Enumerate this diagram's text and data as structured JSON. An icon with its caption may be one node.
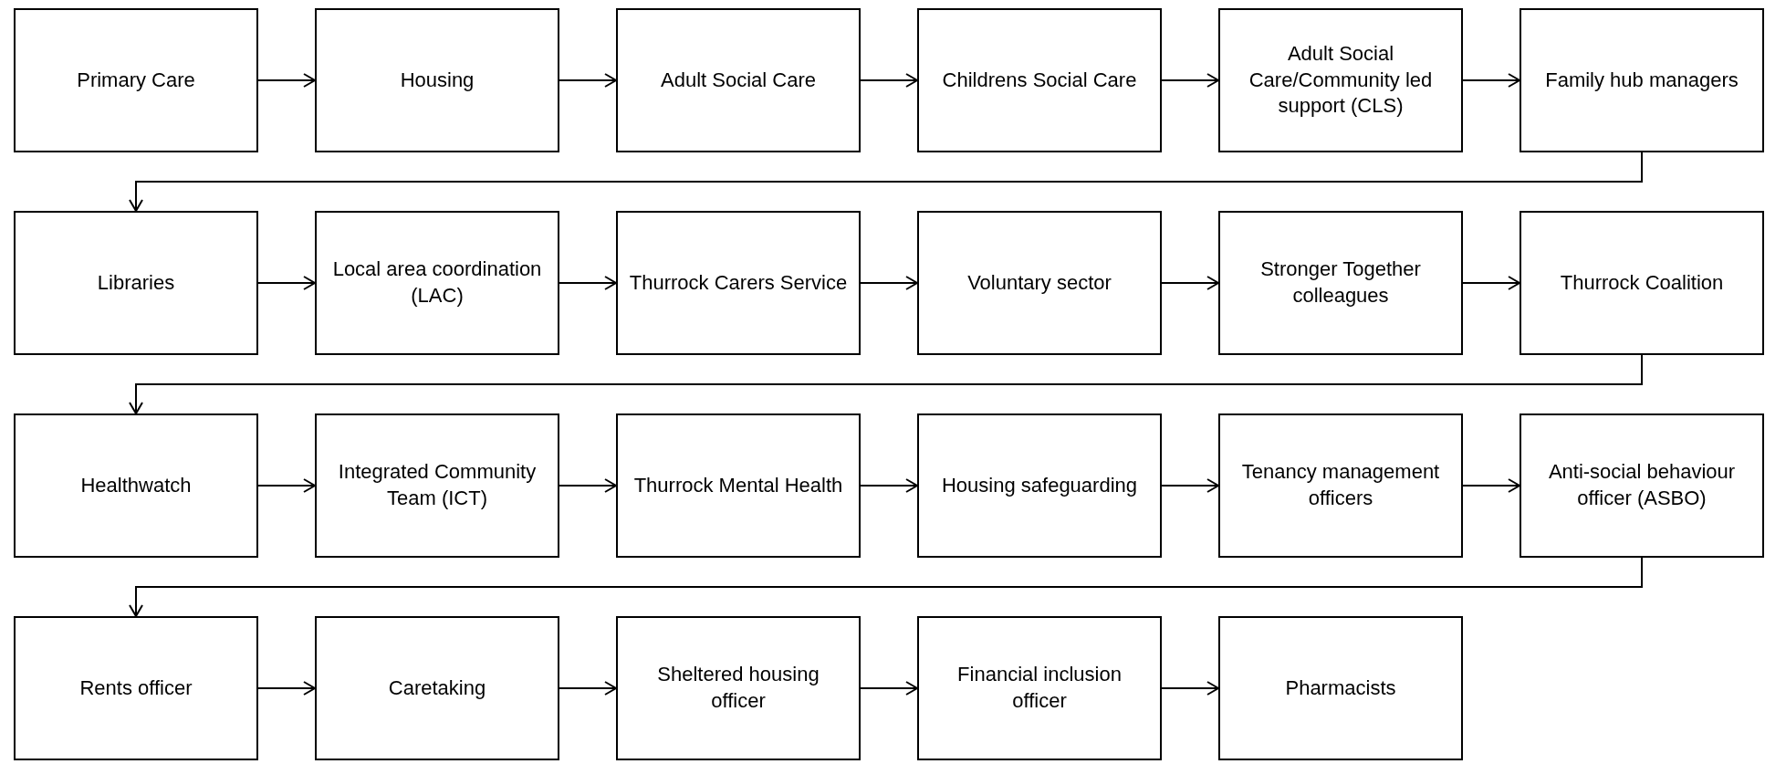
{
  "diagram": {
    "nodes": [
      {
        "text": [
          "Primary Care"
        ]
      },
      {
        "text": [
          "Housing"
        ]
      },
      {
        "text": [
          "Adult Social Care"
        ]
      },
      {
        "text": [
          "Childrens Social Care"
        ]
      },
      {
        "text": [
          "Adult Social Care/Community led support (CLS)"
        ]
      },
      {
        "text": [
          "Family hub managers"
        ]
      },
      {
        "text": [
          "Libraries"
        ]
      },
      {
        "text": [
          "Local area coordination (LAC)"
        ]
      },
      {
        "text": [
          "Thurrock Carers Service"
        ]
      },
      {
        "text": [
          "Voluntary sector"
        ]
      },
      {
        "text": [
          "Stronger Together colleagues"
        ]
      },
      {
        "text": [
          "Thurrock Coalition"
        ]
      },
      {
        "text": [
          "Healthwatch"
        ]
      },
      {
        "text": [
          "Integrated Community Team (ICT)"
        ]
      },
      {
        "text": [
          "Thurrock Mental Health"
        ]
      },
      {
        "text": [
          "Housing safeguarding"
        ]
      },
      {
        "text": [
          "Tenancy management officers"
        ]
      },
      {
        "text": [
          "Anti-social behaviour officer (ASBO)"
        ]
      },
      {
        "text": [
          "Rents officer"
        ]
      },
      {
        "text": [
          "Caretaking"
        ]
      },
      {
        "text": [
          "Sheltered housing officer"
        ]
      },
      {
        "text": [
          "Financial inclusion officer"
        ]
      },
      {
        "text": [
          "Pharmacists"
        ]
      }
    ],
    "edges": [
      {
        "from": 0,
        "to": 1,
        "arrow": "to"
      },
      {
        "from": 1,
        "to": 2,
        "arrow": "to"
      },
      {
        "from": 2,
        "to": 3,
        "arrow": "to"
      },
      {
        "from": 3,
        "to": 4,
        "arrow": "to"
      },
      {
        "from": 4,
        "to": 5,
        "arrow": "to"
      },
      {
        "from": 5,
        "to": 6,
        "arrow": "to"
      },
      {
        "from": 6,
        "to": 7,
        "arrow": "to"
      },
      {
        "from": 7,
        "to": 8,
        "arrow": "to"
      },
      {
        "from": 8,
        "to": 9,
        "arrow": "to"
      },
      {
        "from": 9,
        "to": 10,
        "arrow": "to"
      },
      {
        "from": 10,
        "to": 11,
        "arrow": "to"
      },
      {
        "from": 11,
        "to": 12,
        "arrow": "to"
      },
      {
        "from": 12,
        "to": 13,
        "arrow": "to"
      },
      {
        "from": 13,
        "to": 14,
        "arrow": "to"
      },
      {
        "from": 14,
        "to": 15,
        "arrow": "to"
      },
      {
        "from": 15,
        "to": 16,
        "arrow": "to"
      },
      {
        "from": 16,
        "to": 17,
        "arrow": "to"
      },
      {
        "from": 17,
        "to": 18,
        "arrow": "to"
      },
      {
        "from": 18,
        "to": 19,
        "arrow": "to"
      },
      {
        "from": 19,
        "to": 20,
        "arrow": "to"
      },
      {
        "from": 20,
        "to": 21,
        "arrow": "to"
      },
      {
        "from": 21,
        "to": 22,
        "arrow": "to"
      }
    ]
  }
}
